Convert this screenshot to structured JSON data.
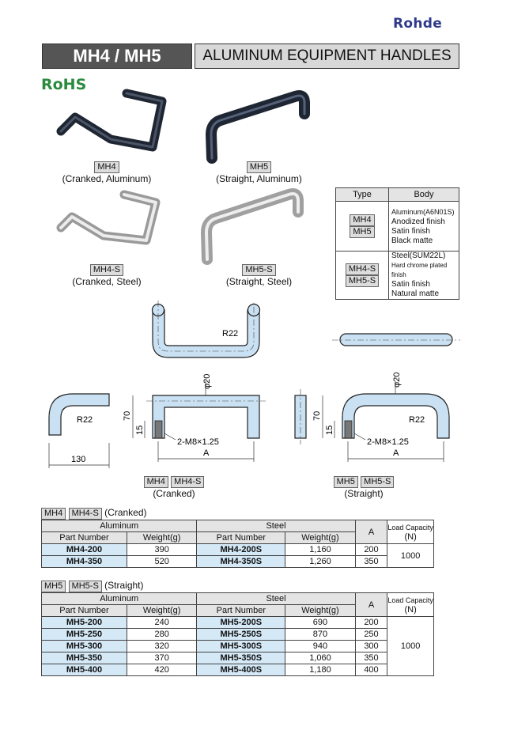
{
  "brand": "Rohde",
  "title": {
    "model": "MH4 / MH5",
    "name": "ALUMINUM EQUIPMENT HANDLES"
  },
  "rohs": "RoHS",
  "products": [
    {
      "code": "MH4",
      "desc": "(Cranked, Aluminum)"
    },
    {
      "code": "MH5",
      "desc": "(Straight, Aluminum)"
    },
    {
      "code": "MH4-S",
      "desc": "(Cranked, Steel)"
    },
    {
      "code": "MH5-S",
      "desc": "(Straight, Steel)"
    }
  ],
  "type_table": {
    "headers": [
      "Type",
      "Body"
    ],
    "rows": [
      {
        "types": [
          "MH4",
          "MH5"
        ],
        "body": [
          "Aluminum(A6N01S)",
          "Anodized finish",
          "Satin finish",
          "Black matte"
        ]
      },
      {
        "types": [
          "MH4-S",
          "MH5-S"
        ],
        "body": [
          "Steel(SUM22L)",
          "Hard chrome plated finish",
          "Satin finish",
          "Natural matte"
        ]
      }
    ]
  },
  "drawing": {
    "r22_top": "R22",
    "r22_left": "R22",
    "r22_right": "R22",
    "dia_left": "φ20",
    "dia_right": "φ20",
    "h70_left": "70",
    "h15_left": "15",
    "h70_right": "70",
    "h15_right": "15",
    "thread_left": "2-M8×1.25",
    "thread_right": "2-M8×1.25",
    "w130": "130",
    "a_left": "A",
    "a_right": "A",
    "label_cranked_codes": [
      "MH4",
      "MH4-S"
    ],
    "label_cranked": "(Cranked)",
    "label_straight_codes": [
      "MH5",
      "MH5-S"
    ],
    "label_straight": "(Straight)"
  },
  "cranked_table": {
    "codes": [
      "MH4",
      "MH4-S"
    ],
    "label": "(Cranked)",
    "group_aluminum": "Aluminum",
    "group_steel": "Steel",
    "col_pn": "Part Number",
    "col_weight": "Weight(g)",
    "col_a": "A",
    "col_load": "Load Capacity",
    "col_load_unit": "(N)",
    "rows": [
      {
        "al_pn": "MH4-200",
        "al_w": "390",
        "st_pn": "MH4-200S",
        "st_w": "1,160",
        "a": "200"
      },
      {
        "al_pn": "MH4-350",
        "al_w": "520",
        "st_pn": "MH4-350S",
        "st_w": "1,260",
        "a": "350"
      }
    ],
    "load": "1000"
  },
  "straight_table": {
    "codes": [
      "MH5",
      "MH5-S"
    ],
    "label": "(Straight)",
    "group_aluminum": "Aluminum",
    "group_steel": "Steel",
    "col_pn": "Part Number",
    "col_weight": "Weight(g)",
    "col_a": "A",
    "col_load": "Load Capacity",
    "col_load_unit": "(N)",
    "rows": [
      {
        "al_pn": "MH5-200",
        "al_w": "240",
        "st_pn": "MH5-200S",
        "st_w": "690",
        "a": "200"
      },
      {
        "al_pn": "MH5-250",
        "al_w": "280",
        "st_pn": "MH5-250S",
        "st_w": "870",
        "a": "250"
      },
      {
        "al_pn": "MH5-300",
        "al_w": "320",
        "st_pn": "MH5-300S",
        "st_w": "940",
        "a": "300"
      },
      {
        "al_pn": "MH5-350",
        "al_w": "370",
        "st_pn": "MH5-350S",
        "st_w": "1,060",
        "a": "350"
      },
      {
        "al_pn": "MH5-400",
        "al_w": "420",
        "st_pn": "MH5-400S",
        "st_w": "1,180",
        "a": "400"
      }
    ],
    "load": "1000"
  }
}
